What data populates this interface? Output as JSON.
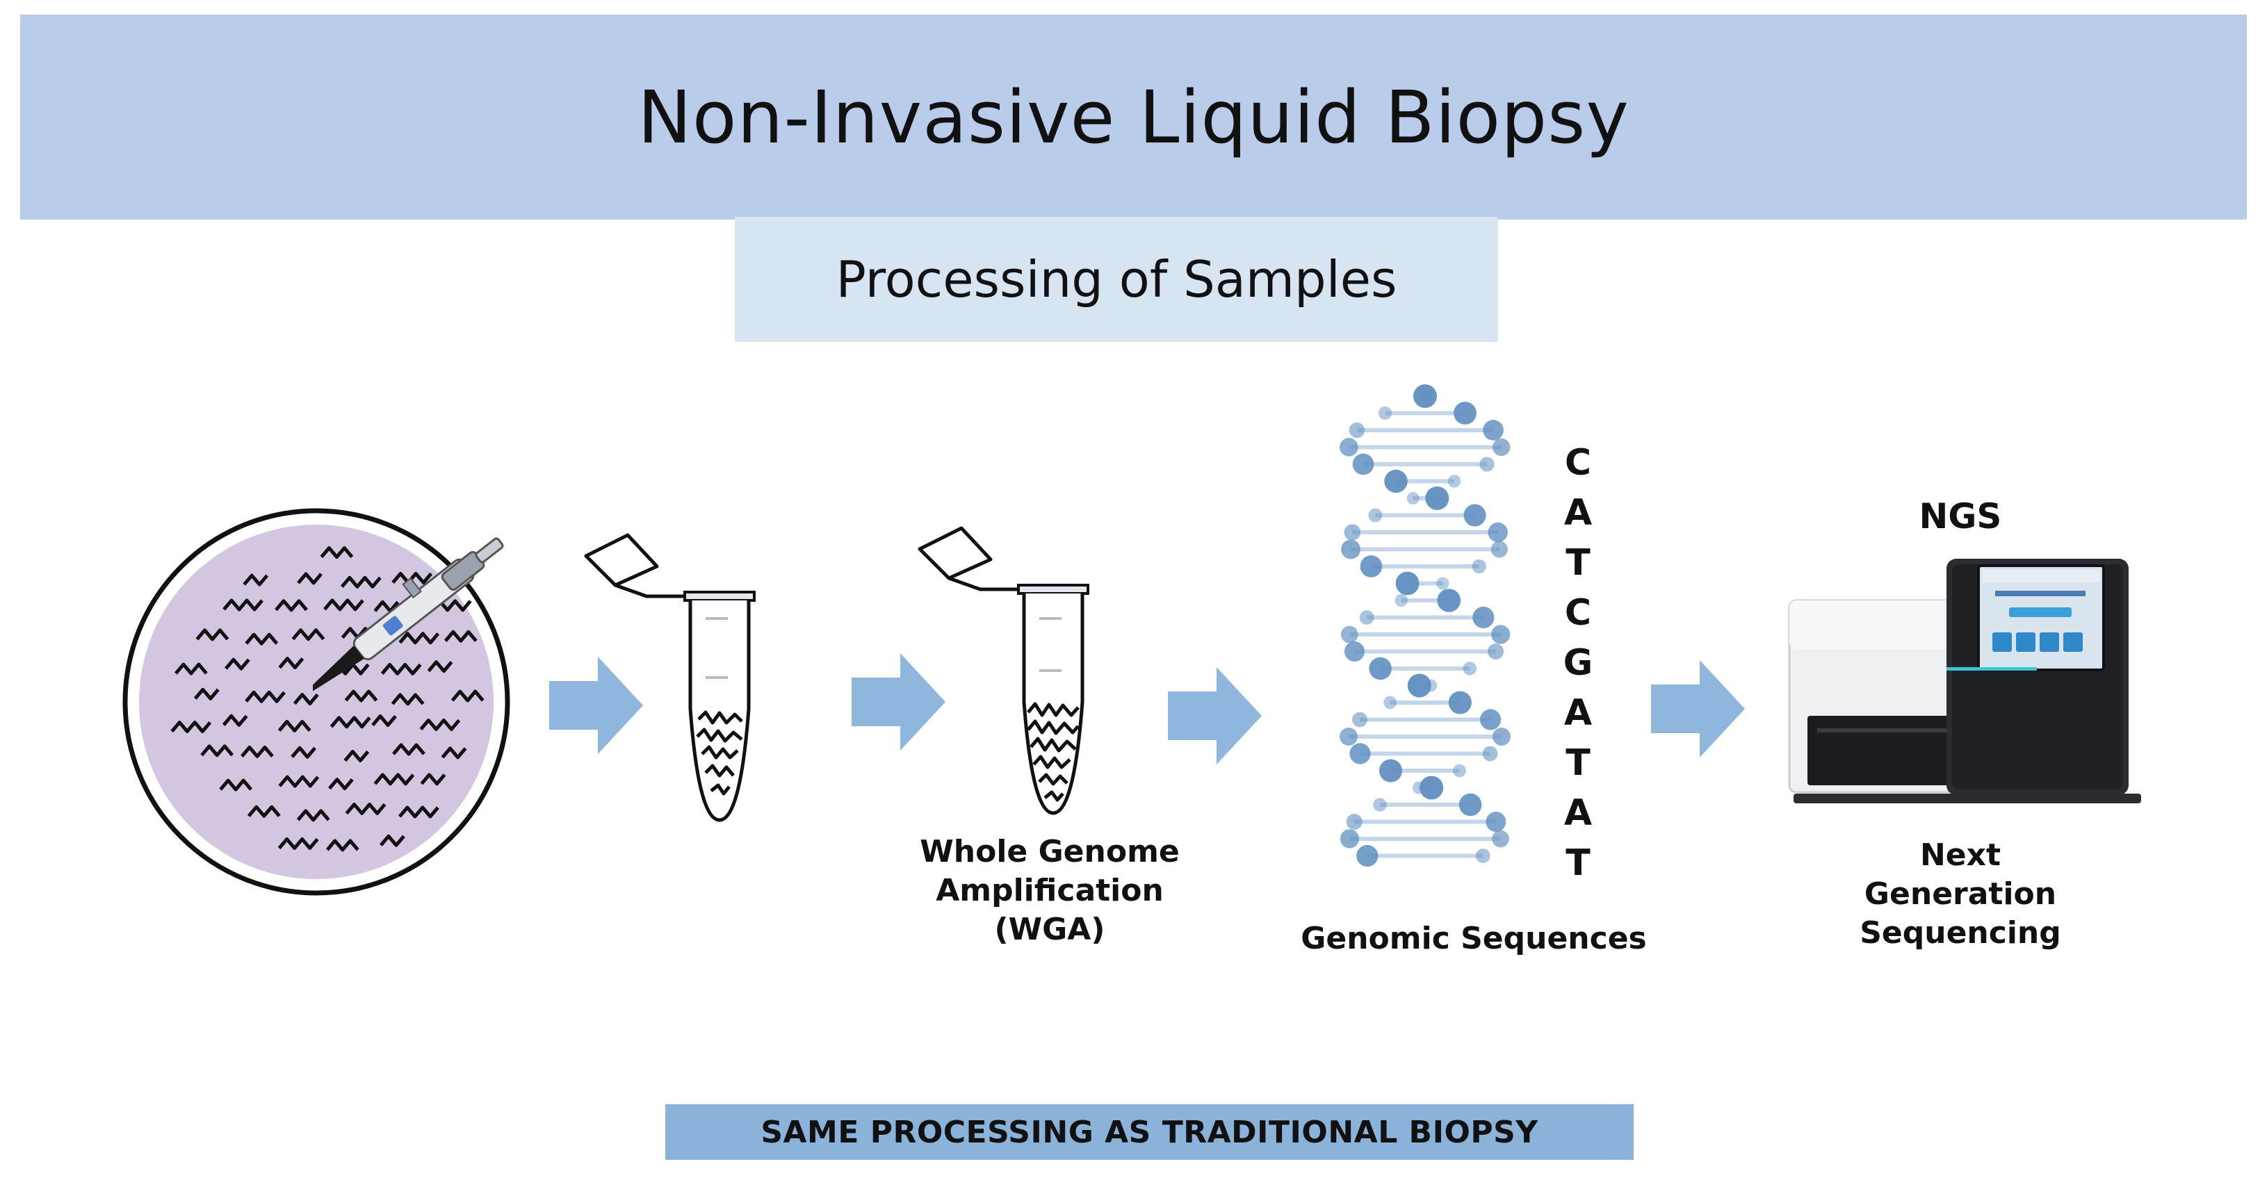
{
  "header": {
    "title": "Non-Invasive Liquid Biopsy",
    "subtitle": "Processing of Samples"
  },
  "steps": {
    "wga": {
      "lines": [
        "Whole Genome",
        "Amplification",
        "(WGA)"
      ]
    },
    "genomic": {
      "label": "Genomic Sequences"
    },
    "ngs": {
      "heading": "NGS",
      "lines": [
        "Next",
        "Generation",
        "Sequencing"
      ]
    }
  },
  "sequence": {
    "letters": [
      "C",
      "A",
      "T",
      "C",
      "G",
      "A",
      "T",
      "A",
      "T"
    ]
  },
  "footer": {
    "note": "SAME PROCESSING AS TRADITIONAL BIOPSY"
  },
  "colors": {
    "banner": "#b9cdea",
    "subbanner": "#d7e5f2",
    "arrow": "#8fb6dc",
    "plasma": "#d3c6e0",
    "footer": "#8bb3da",
    "dna": "#5f8ec0"
  }
}
